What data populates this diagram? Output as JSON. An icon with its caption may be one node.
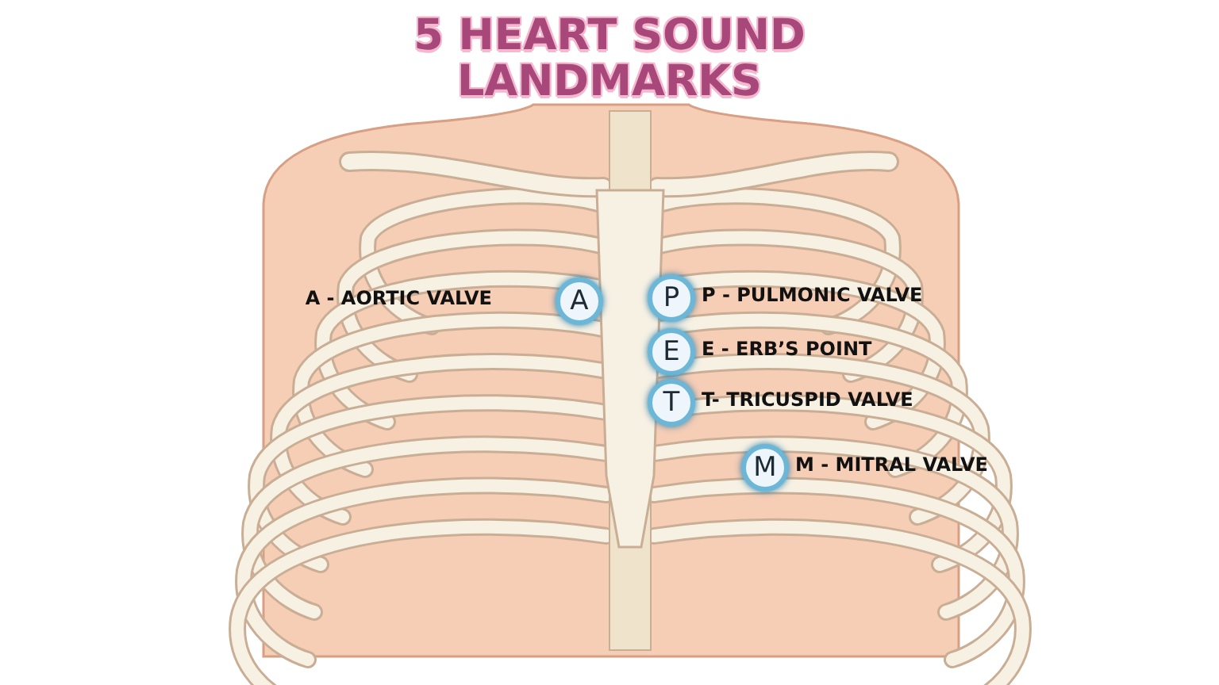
{
  "diagram": {
    "title": "5 HEART SOUND LANDMARKS",
    "nodes": [
      {
        "text": [
          "A"
        ],
        "beside": [
          "A - AORTIC VALVE"
        ]
      },
      {
        "text": [
          "P"
        ],
        "beside": [
          "P - PULMONIC VALVE"
        ]
      },
      {
        "text": [
          "E"
        ],
        "beside": [
          "E - ERB’S POINT"
        ]
      },
      {
        "text": [
          "T"
        ],
        "beside": [
          "T- TRICUSPID VALVE"
        ]
      },
      {
        "text": [
          "M"
        ],
        "beside": [
          "M - MITRAL VALVE"
        ]
      }
    ]
  }
}
